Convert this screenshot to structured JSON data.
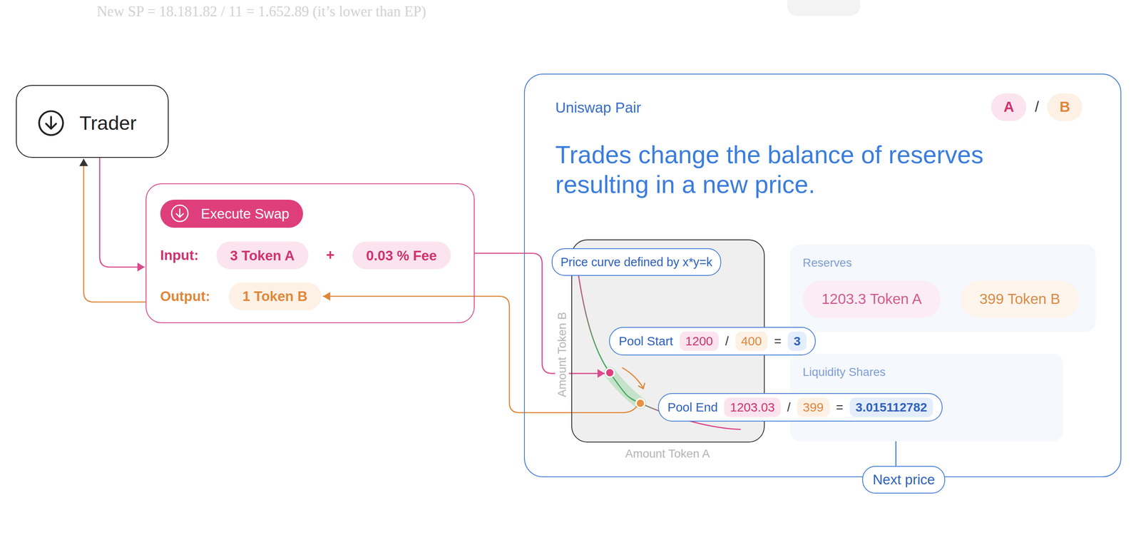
{
  "diagram": {
    "nodes": [
      {
        "text": [
          "Trader"
        ]
      },
      {
        "text": [
          "Input:",
          "+",
          "Output:"
        ]
      },
      {
        "text": [
          "Execute Swap"
        ],
        "in": 1
      },
      {
        "text": [
          "3 Token A"
        ],
        "in": 1
      },
      {
        "text": [
          "0.03 % Fee"
        ],
        "in": 1
      },
      {
        "text": [
          "1 Token B"
        ],
        "in": 1
      },
      {
        "text": [
          "Uniswap Pair",
          "/",
          "Trades change the balance of reserves resulting in a new price."
        ]
      },
      {
        "text": [
          "A"
        ],
        "in": 6
      },
      {
        "text": [
          "B"
        ],
        "in": 6
      },
      {
        "text": [
          "Amount Token B",
          "Amount Token A"
        ],
        "in": 6
      },
      {
        "text": [
          "Price curve defined by x*y=k"
        ],
        "in": 6
      },
      {
        "text": [
          "Pool Start",
          "1200",
          "/",
          "400",
          "=",
          "3"
        ],
        "in": 6
      },
      {
        "text": [
          "Pool End",
          "1203.03",
          "/",
          "399",
          "=",
          "3.015112782"
        ],
        "in": 6
      },
      {
        "text": [
          "Reserves"
        ],
        "in": 6
      },
      {
        "text": [
          "1203.3 Token A"
        ],
        "in": 13
      },
      {
        "text": [
          "399 Token B"
        ],
        "in": 13
      },
      {
        "text": [
          "Liquidity Shares"
        ],
        "in": 6
      },
      {
        "text": [
          "Next price"
        ],
        "in": 6
      }
    ],
    "edges": [
      {
        "from": 0,
        "to": 1,
        "arrow": "to"
      },
      {
        "from": 1,
        "to": 0,
        "arrow": "to"
      },
      {
        "from": 1,
        "to": 9,
        "arrow": "to"
      },
      {
        "from": 9,
        "to": 5,
        "arrow": "to"
      },
      {
        "from": 12,
        "to": 17,
        "arrow": "none"
      }
    ],
    "labels": [
      "New SP = 18.181.82 / 11 = 1.652.89 (it’s lower than EP)"
    ]
  }
}
